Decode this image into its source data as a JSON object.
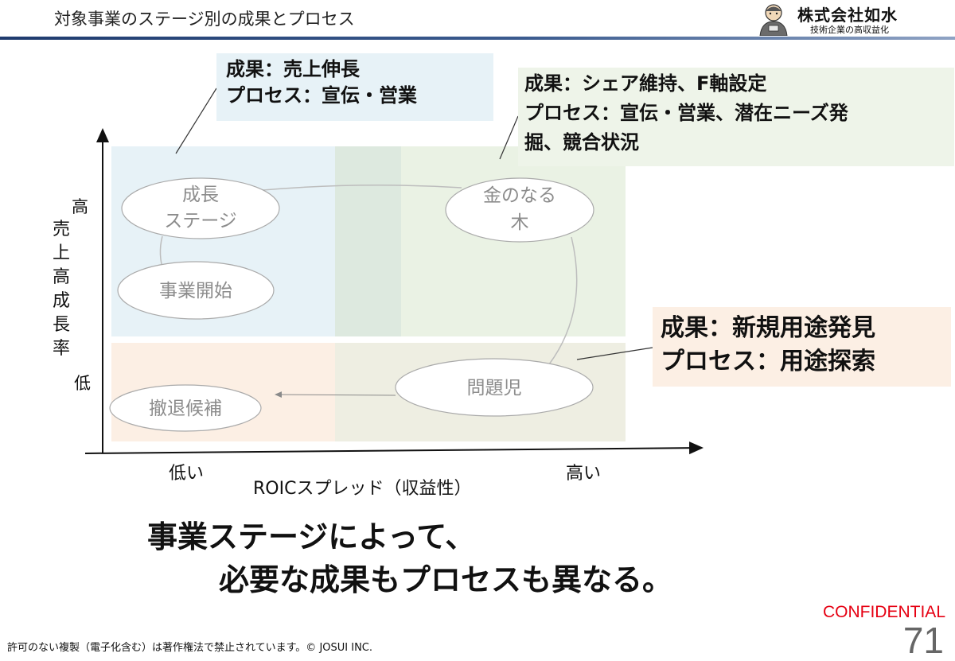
{
  "header": {
    "title": "対象事業のステージ別の成果とプロセス",
    "logo": {
      "company": "株式会社如水",
      "tagline": "技術企業の高収益化"
    }
  },
  "callouts": {
    "growth": {
      "line1": "成果：売上伸長",
      "line2": "プロセス：宣伝・営業"
    },
    "cash_cow": {
      "line1": "成果：シェア維持、F軸設定",
      "line2": "プロセス：宣伝・営業、潜在ニーズ発",
      "line3": "掘、競合状況"
    },
    "problem_child": {
      "line1": "成果：新規用途発見",
      "line2": "プロセス：用途探索"
    }
  },
  "axes": {
    "y_high": "高",
    "y_title": [
      "売",
      "上",
      "高",
      "成",
      "長",
      "率"
    ],
    "y_low": "低",
    "x_low": "低い",
    "x_high": "高い",
    "x_title": "ROICスプレッド（収益性）"
  },
  "nodes": {
    "growth": {
      "line1": "成長",
      "line2": "ステージ"
    },
    "cash_cow": {
      "line1": "金のなる",
      "line2": "木"
    },
    "start": {
      "label": "事業開始"
    },
    "problem_child": {
      "label": "問題児"
    },
    "withdraw": {
      "label": "撤退候補"
    }
  },
  "colors": {
    "quadrant_top_left": "#e7f2f7",
    "quadrant_top_right": "#eef4e9",
    "quadrant_bottom_left": "#fcefe4",
    "quadrant_bottom_right": "#efefe2",
    "confidential": "#e60012",
    "header_rule": "#1f3b6e"
  },
  "conclusion": {
    "line1": "事業ステージによって、",
    "line2": "必要な成果もプロセスも異なる。"
  },
  "footer": {
    "confidential": "CONFIDENTIAL",
    "page_number": "71",
    "copyright": "許可のない複製（電子化含む）は著作権法で禁止されています。© JOSUI INC."
  }
}
